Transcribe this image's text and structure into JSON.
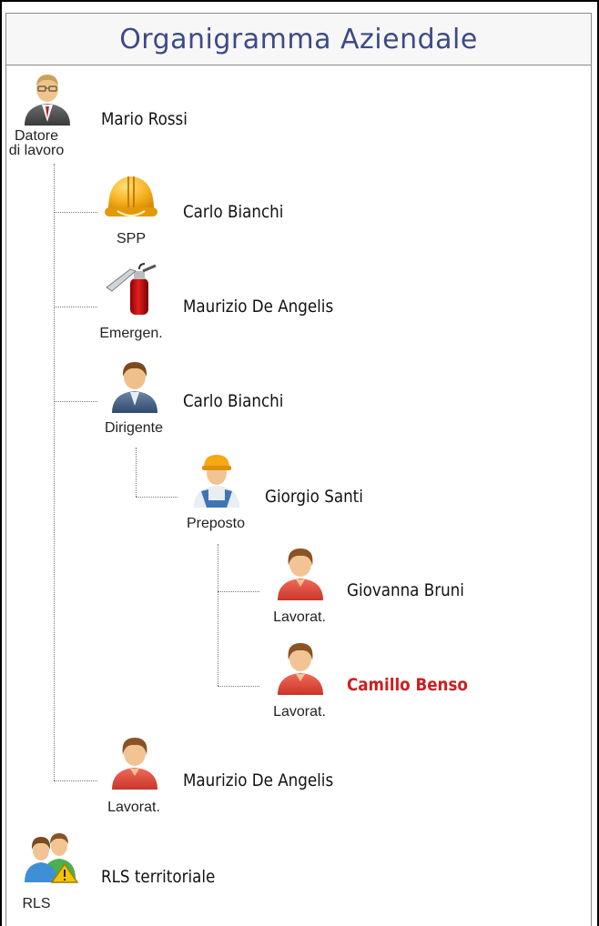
{
  "title": "Organigramma Aziendale",
  "nodes": [
    {
      "role": "Datore\ndi lavoro",
      "name": "Mario Rossi",
      "icon": "employer-icon"
    },
    {
      "role": "SPP",
      "name": "Carlo Bianchi",
      "icon": "hard-hat-icon"
    },
    {
      "role": "Emergen.",
      "name": "Maurizio De Angelis",
      "icon": "fire-extinguisher-icon"
    },
    {
      "role": "Dirigente",
      "name": "Carlo Bianchi",
      "icon": "manager-icon"
    },
    {
      "role": "Preposto",
      "name": "Giorgio Santi",
      "icon": "supervisor-worker-icon"
    },
    {
      "role": "Lavorat.",
      "name": "Giovanna Bruni",
      "icon": "worker-icon"
    },
    {
      "role": "Lavorat.",
      "name": "Camillo Benso",
      "icon": "worker-icon",
      "selected": true
    },
    {
      "role": "Lavorat.",
      "name": "Maurizio De Angelis",
      "icon": "worker-icon"
    },
    {
      "role": "RLS",
      "name": "RLS territoriale",
      "icon": "rls-group-warning-icon"
    }
  ],
  "colors": {
    "title": "#3e4a85",
    "selected": "#cc1f1f"
  }
}
